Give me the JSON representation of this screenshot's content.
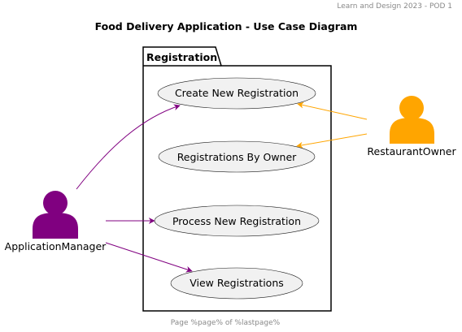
{
  "header": "Learn and Design 2023 - POD 1",
  "title": "Food Delivery Application - Use Case Diagram",
  "package": {
    "name": "Registration"
  },
  "use_cases": [
    {
      "id": "create",
      "label": "Create New Registration"
    },
    {
      "id": "by_owner",
      "label": "Registrations By Owner"
    },
    {
      "id": "process",
      "label": "Process New Registration"
    },
    {
      "id": "view",
      "label": "View Registrations"
    }
  ],
  "actors": [
    {
      "id": "manager",
      "label": "ApplicationManager",
      "color": "#800080"
    },
    {
      "id": "owner",
      "label": "RestaurantOwner",
      "color": "#FFA500"
    }
  ],
  "associations": [
    {
      "from": "manager",
      "to": "create"
    },
    {
      "from": "manager",
      "to": "process"
    },
    {
      "from": "manager",
      "to": "view"
    },
    {
      "from": "owner",
      "to": "create"
    },
    {
      "from": "owner",
      "to": "by_owner"
    }
  ],
  "colors": {
    "manager_link": "#800080",
    "owner_link": "#FFA500",
    "usecase_fill": "#F1F1F1"
  },
  "footer": "Page %page% of %lastpage%"
}
